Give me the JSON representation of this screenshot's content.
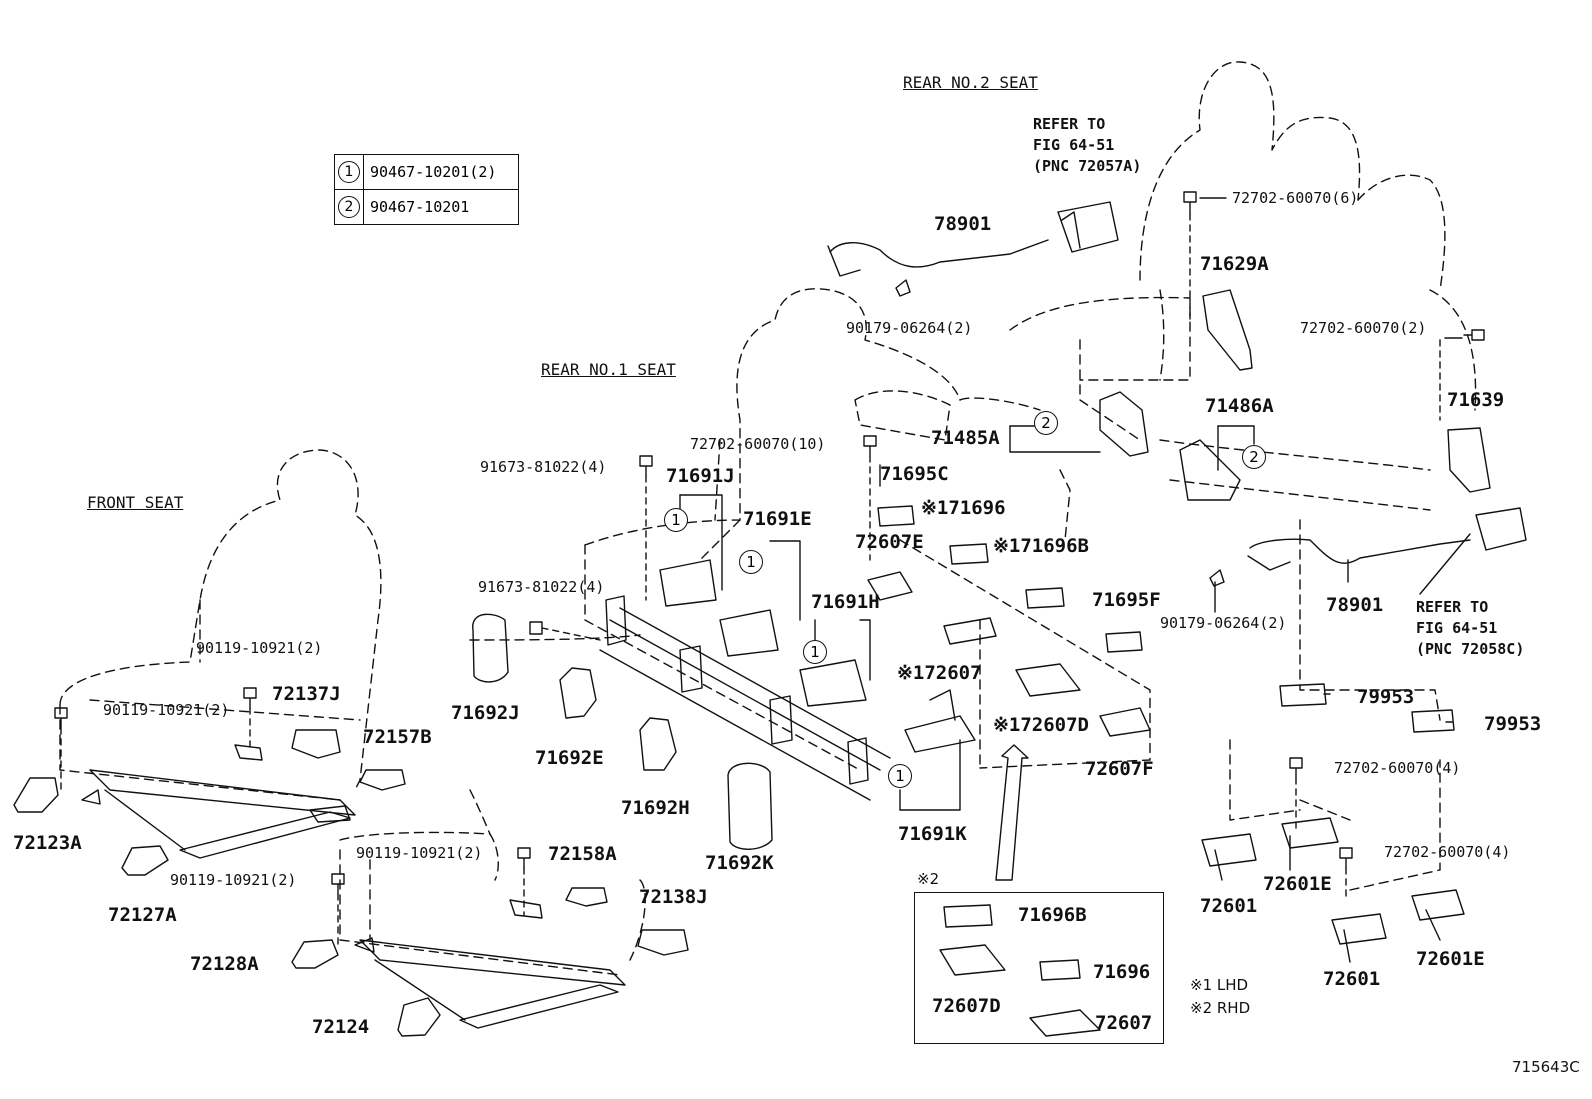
{
  "diagram_code": "715643C",
  "sections": {
    "front_seat": "FRONT SEAT",
    "rear_no1_seat": "REAR NO.1 SEAT",
    "rear_no2_seat": "REAR NO.2 SEAT"
  },
  "legend": [
    {
      "symbol": "1",
      "part": "90467-10201(2)"
    },
    {
      "symbol": "2",
      "part": "90467-10201"
    }
  ],
  "references": {
    "upper": "REFER TO\nFIG 64-51\n(PNC 72057A)",
    "lower": "REFER TO\nFIG 64-51\n(PNC 72058C)"
  },
  "notes": {
    "lhd": "※1 LHD",
    "rhd": "※2 RHD",
    "rhd_box_title": "※2"
  },
  "labels": {
    "p72123A": "72123A",
    "p72127A": "72127A",
    "p72128A": "72128A",
    "p72124": "72124",
    "p72137J": "72137J",
    "p72157B": "72157B",
    "p72158A": "72158A",
    "p72138J": "72138J",
    "b90119_a": "90119-10921(2)",
    "b90119_b": "90119-10921(2)",
    "b90119_c": "90119-10921(2)",
    "b90119_d": "90119-10921(2)",
    "b91673_a": "91673-81022(4)",
    "b91673_b": "91673-81022(4)",
    "p71692J": "71692J",
    "p71692E": "71692E",
    "p71692H": "71692H",
    "p71692K": "71692K",
    "p71691J": "71691J",
    "p71691E": "71691E",
    "p71691H": "71691H",
    "p71691K": "71691K",
    "b72702_10": "72702-60070(10)",
    "p71695C": "71695C",
    "p71696": "※171696",
    "p72607E": "72607E",
    "p71696B": "※171696B",
    "p72607": "※172607",
    "p72607D": "※172607D",
    "p72607F": "72607F",
    "p71695F": "71695F",
    "p71485A": "71485A",
    "p78901_a": "78901",
    "n90179_a": "90179-06264(2)",
    "b72702_6": "72702-60070(6)",
    "p71629A": "71629A",
    "b72702_2": "72702-60070(2)",
    "p71486A": "71486A",
    "p71639": "71639",
    "p78901_b": "78901",
    "n90179_b": "90179-06264(2)",
    "p79953_a": "79953",
    "p79953_b": "79953",
    "b72702_4a": "72702-60070(4)",
    "b72702_4b": "72702-60070(4)",
    "p72601_a": "72601",
    "p72601E_a": "72601E",
    "p72601_b": "72601",
    "p72601E_b": "72601E",
    "rhd_71696B": "71696B",
    "rhd_71696": "71696",
    "rhd_72607D": "72607D",
    "rhd_72607": "72607"
  },
  "callouts": {
    "c1": "1",
    "c2": "1",
    "c3": "1",
    "c4": "1",
    "c5": "2",
    "c6": "2"
  }
}
